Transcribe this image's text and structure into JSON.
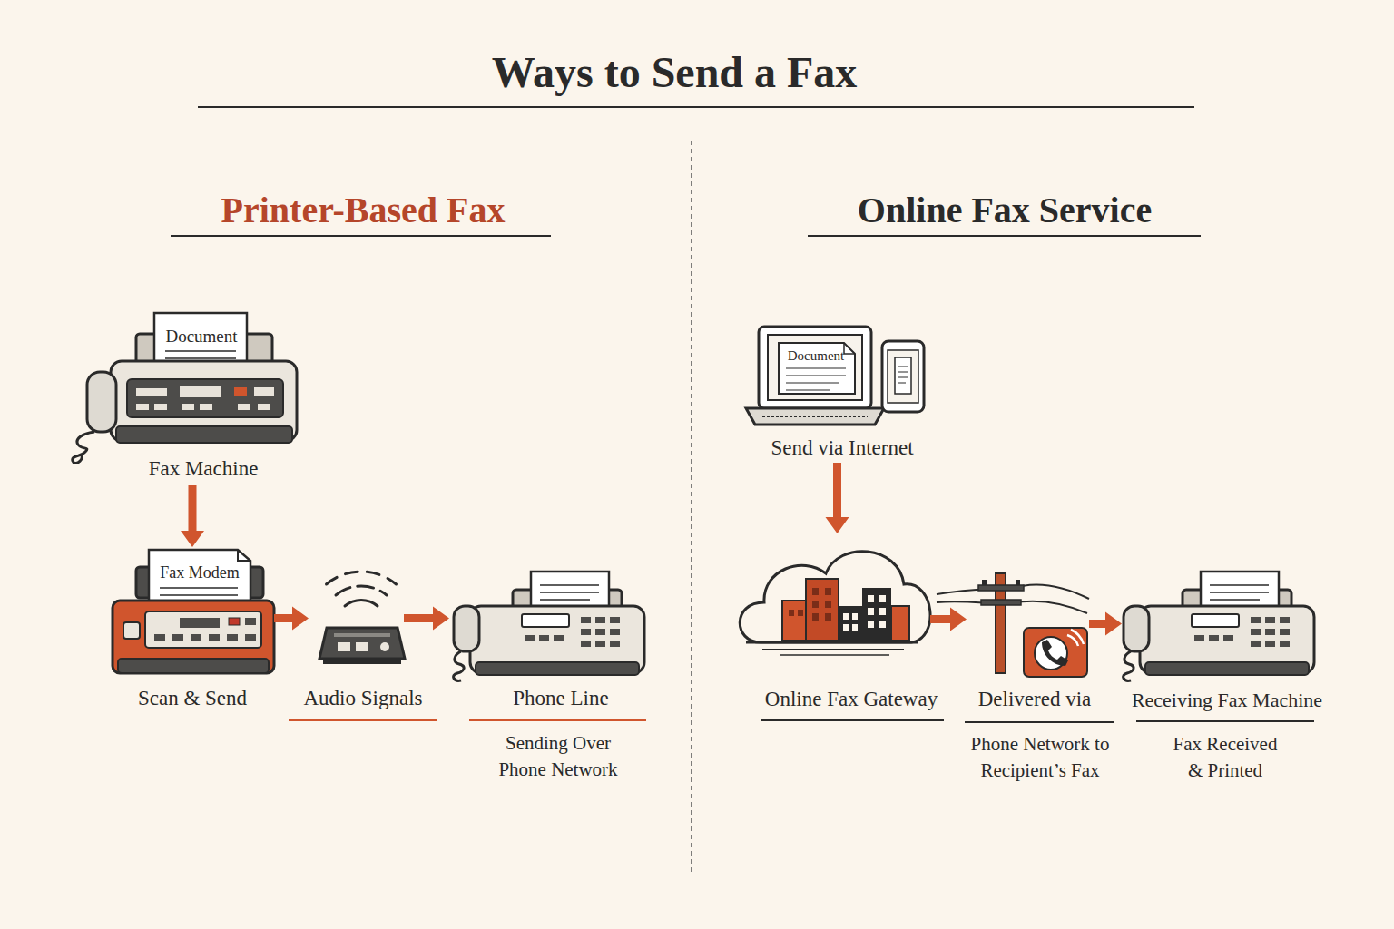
{
  "diagram": {
    "title": "Ways to Send a Fax",
    "nodes": [
      {
        "text": [
          "Document",
          "Fax Machine"
        ]
      },
      {
        "text": [
          "Fax Modem",
          "Scan & Send"
        ]
      },
      {
        "text": [
          "Audio Signals"
        ]
      },
      {
        "text": [
          "Phone Line",
          "Sending Over Phone Network"
        ]
      },
      {
        "text": [
          "Document",
          "Send via Internet"
        ]
      },
      {
        "text": [
          "Online Fax Gateway"
        ]
      },
      {
        "text": [
          "Delivered via",
          "Phone Network to Recipient’s Fax"
        ]
      },
      {
        "text": [
          "Receiving Fax Machine",
          "Fax Received & Printed"
        ]
      }
    ],
    "edges": [
      {
        "from": 0,
        "to": 1,
        "arrow": "to"
      },
      {
        "from": 1,
        "to": 2,
        "arrow": "to"
      },
      {
        "from": 2,
        "to": 3,
        "arrow": "to"
      },
      {
        "from": 4,
        "to": 5,
        "arrow": "to"
      },
      {
        "from": 5,
        "to": 6,
        "arrow": "to"
      },
      {
        "from": 6,
        "to": 7,
        "arrow": "to"
      }
    ],
    "labels": [
      "Printer-Based Fax",
      "Online Fax Service"
    ]
  }
}
